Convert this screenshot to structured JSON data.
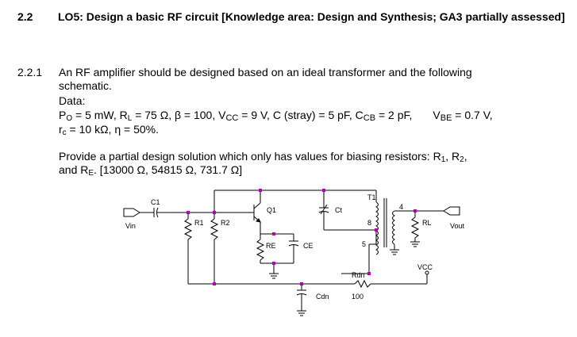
{
  "heading": {
    "number": "2.2",
    "title": "LO5: Design a basic RF circuit [Knowledge area: Design and Synthesis; GA3 partially assessed]"
  },
  "question": {
    "number": "2.2.1",
    "intro_line1": "An RF amplifier should be designed based on an ideal transformer and the following",
    "intro_line2": "schematic.",
    "data_label": "Data:",
    "data_line1": {
      "po": "P",
      "po_sub": "O",
      "po_val": " = 5 mW, R",
      "rl_sub": "L",
      "rl_val": " = 75 Ω, β = 100, V",
      "vcc_sub": "CC",
      "vcc_val": " = 9 V, C (stray) = 5 pF, C",
      "ccb_sub": "CB",
      "ccb_val": " = 2 pF,",
      "vbe": "V",
      "vbe_sub": "BE",
      "vbe_val": " = 0.7 V,"
    },
    "data_line2": {
      "rc": "r",
      "rc_sub": "c",
      "rc_val": " = 10 kΩ, η = 50%."
    },
    "provide_line1": {
      "text": "Provide a partial design solution which only has values for biasing resistors: R",
      "r1_sub": "1",
      "sep": ", R",
      "r2_sub": "2",
      "end": ","
    },
    "provide_line2": {
      "text": "and R",
      "re_sub": "E",
      "end": ". [13000 Ω, 54815 Ω, 731.7 Ω]"
    }
  },
  "schematic": {
    "labels": {
      "vin": "Vin",
      "c1": "C1",
      "r1": "R1",
      "r2": "R2",
      "q1": "Q1",
      "re": "RE",
      "ce": "CE",
      "ct": "Ct",
      "t1": "T1",
      "pin4": "4",
      "pin8": "8",
      "pin5": "5",
      "rl": "RL",
      "vout": "Vout",
      "vcc": "VCC",
      "rdn": "Rdn",
      "rdn_val": "100",
      "cdn": "Cdn"
    },
    "colors": {
      "wire": "#000000",
      "node": "#b300b3"
    }
  }
}
